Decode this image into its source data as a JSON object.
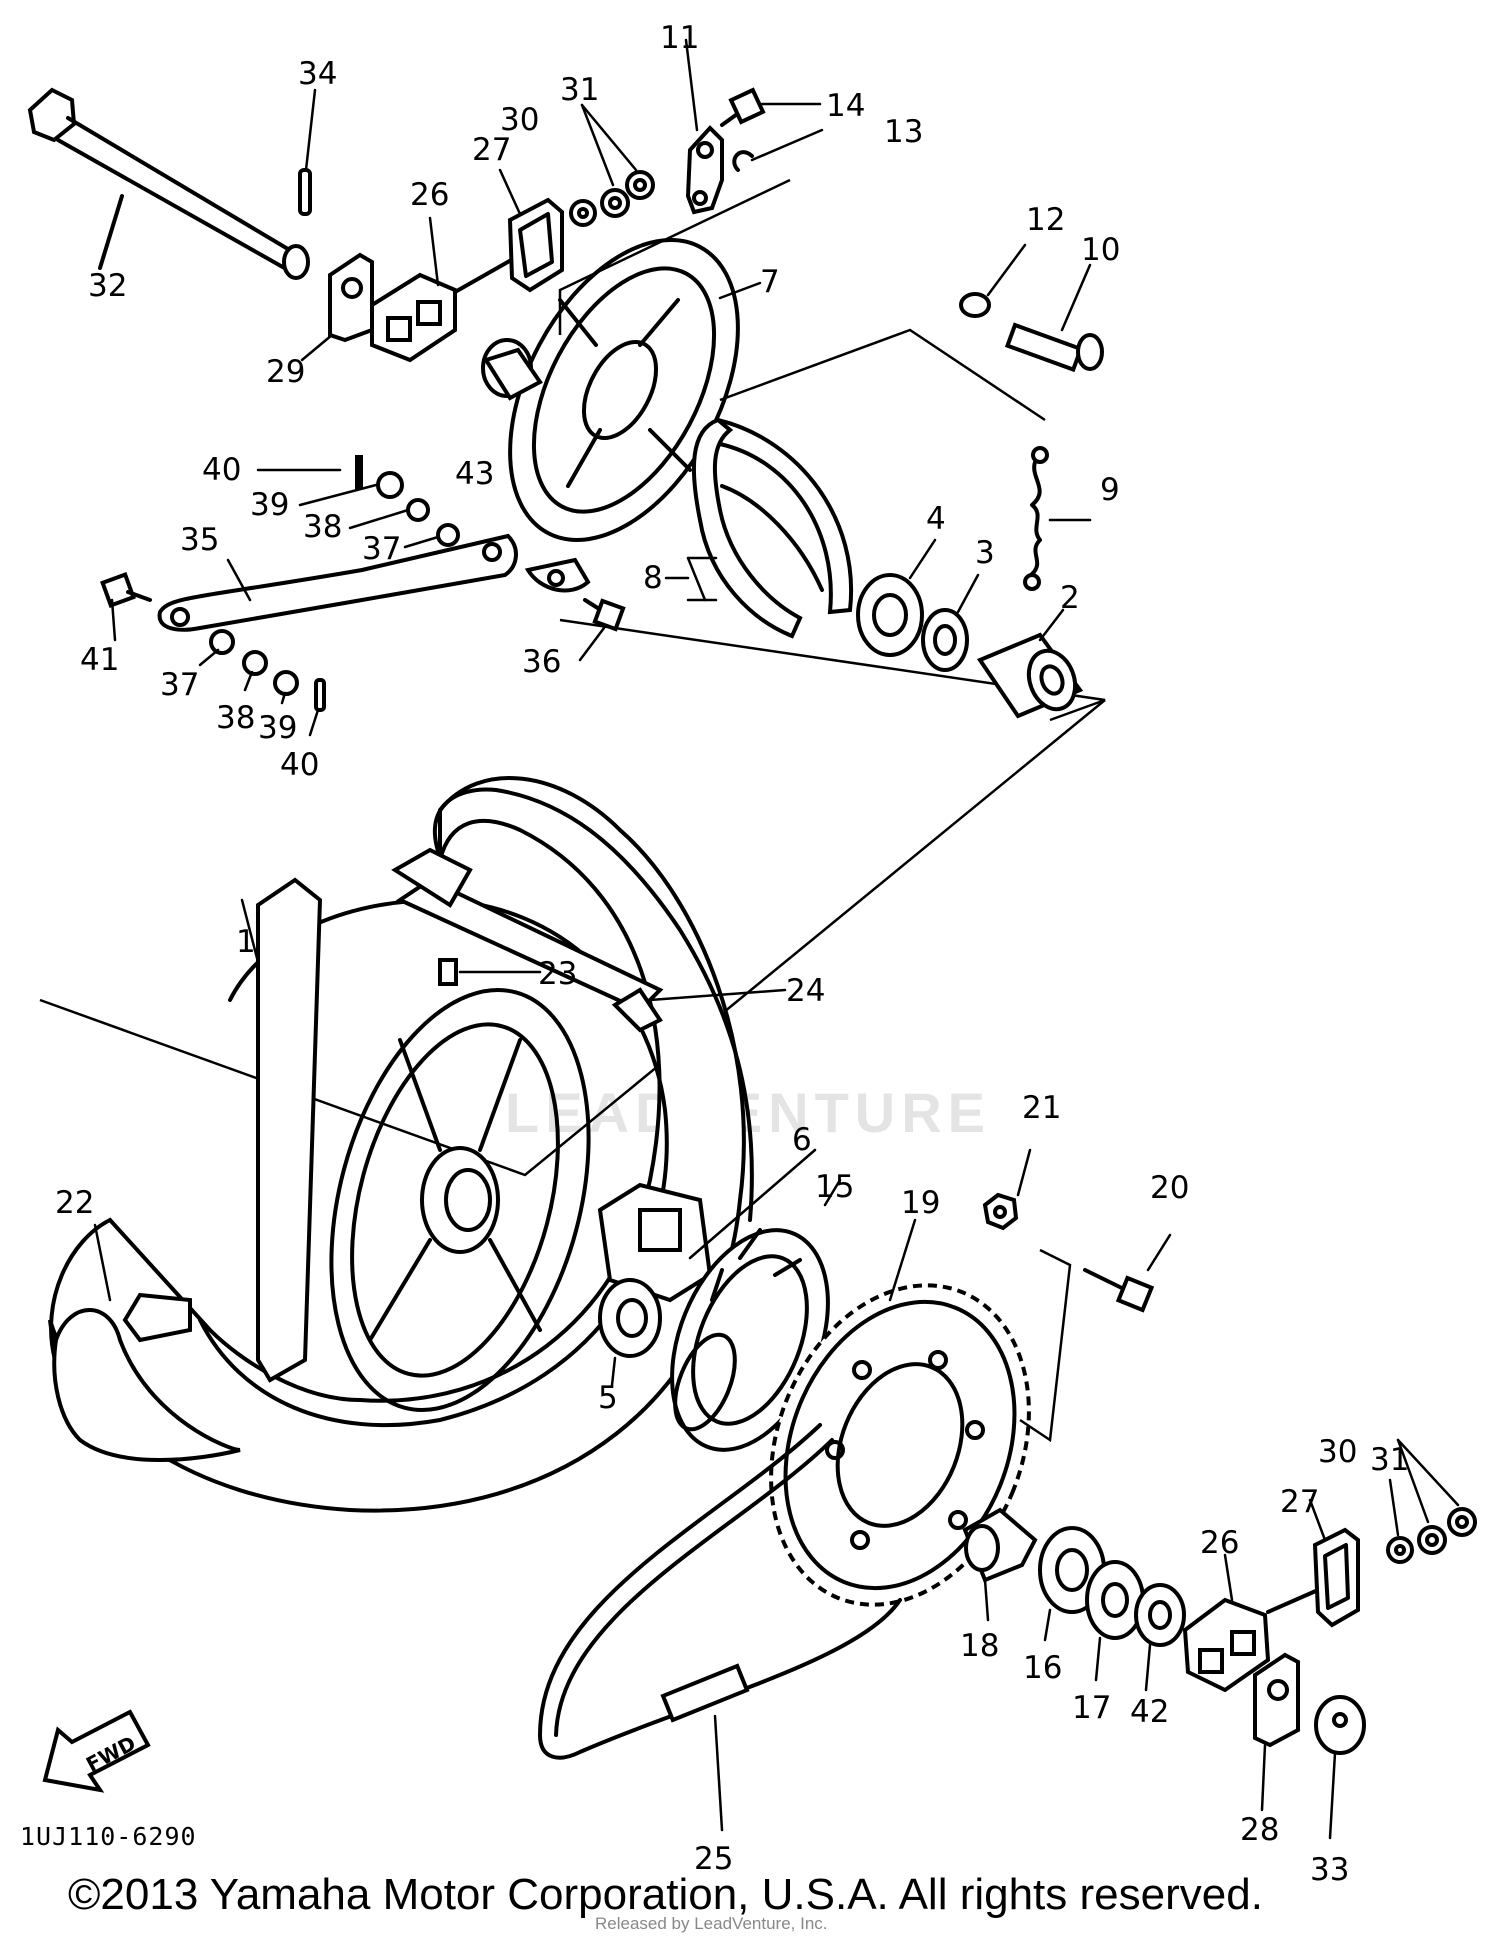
{
  "diagram": {
    "ref_code": "1UJ110-6290",
    "copyright": "©2013 Yamaha Motor Corporation, U.S.A. All rights reserved.",
    "watermark": "LEADVENTURE",
    "release_note": "Released by LeadVenture, Inc.",
    "fwd_label": "FWD",
    "callouts": [
      "1",
      "2",
      "3",
      "4",
      "5",
      "6",
      "7",
      "8",
      "9",
      "10",
      "11",
      "12",
      "13",
      "14",
      "15",
      "16",
      "17",
      "18",
      "19",
      "20",
      "21",
      "22",
      "23",
      "24",
      "25",
      "26",
      "27",
      "28",
      "29",
      "30",
      "31",
      "32",
      "33",
      "34",
      "35",
      "36",
      "37",
      "38",
      "39",
      "40",
      "41",
      "42",
      "43"
    ]
  }
}
